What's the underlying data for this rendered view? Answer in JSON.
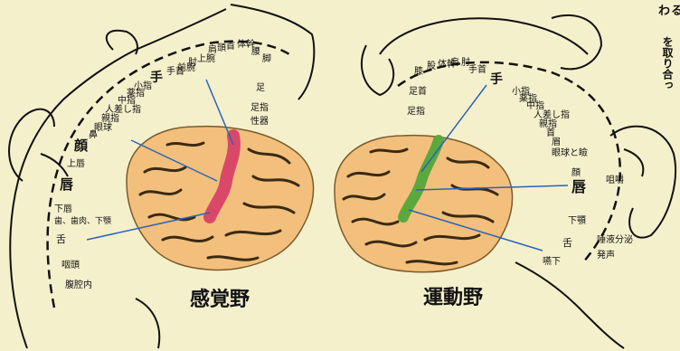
{
  "corner_text": {
    "line1": "わ",
    "line2": "る",
    "line3": "を取り合っ"
  },
  "sensory": {
    "caption": "感覚野",
    "labels": {
      "genitals": "性器",
      "toes": "足指",
      "foot": "足",
      "leg": "脚",
      "hip": "腰",
      "trunk": "体幹",
      "neck": "首",
      "head": "頭",
      "shoulder": "肩",
      "arm": "上腕",
      "elbow": "肘",
      "forearm": "前腕",
      "wrist": "手首",
      "hand": "手",
      "little": "小指",
      "ring": "薬指",
      "middle": "中指",
      "index": "人差し指",
      "thumb": "親指",
      "eye": "眼球",
      "nose": "鼻",
      "face": "顔",
      "upper_lip": "上唇",
      "lips": "唇",
      "lower_lip": "下唇",
      "teeth": "歯、歯肉、下顎",
      "tongue": "舌",
      "pharynx": "咽頭",
      "intra_abd": "腹腔内"
    }
  },
  "motor": {
    "caption": "運動野",
    "labels": {
      "toes": "足指",
      "ankle": "足首",
      "knee": "膝",
      "hip": "股",
      "trunk": "体幹",
      "shoulder": "肩",
      "elbow": "肘",
      "wrist": "手首",
      "hand": "手",
      "little": "小指",
      "ring": "薬指",
      "middle": "中指",
      "index": "人差し指",
      "thumb": "親指",
      "neck": "首",
      "brow": "眉",
      "eye": "眼球と瞼",
      "face": "顔",
      "lips": "唇",
      "jaw": "下顎",
      "tongue": "舌",
      "swallow": "嚥下",
      "saliva": "唾液分泌",
      "vocal": "発声",
      "chew": "咀嚼"
    }
  },
  "colors": {
    "background": "#f5f0cc",
    "brain": "#f2c07c",
    "sensory_strip": "#d94868",
    "motor_strip": "#5aa83e",
    "pointer_line": "#2b63b8",
    "ink": "#111111"
  }
}
